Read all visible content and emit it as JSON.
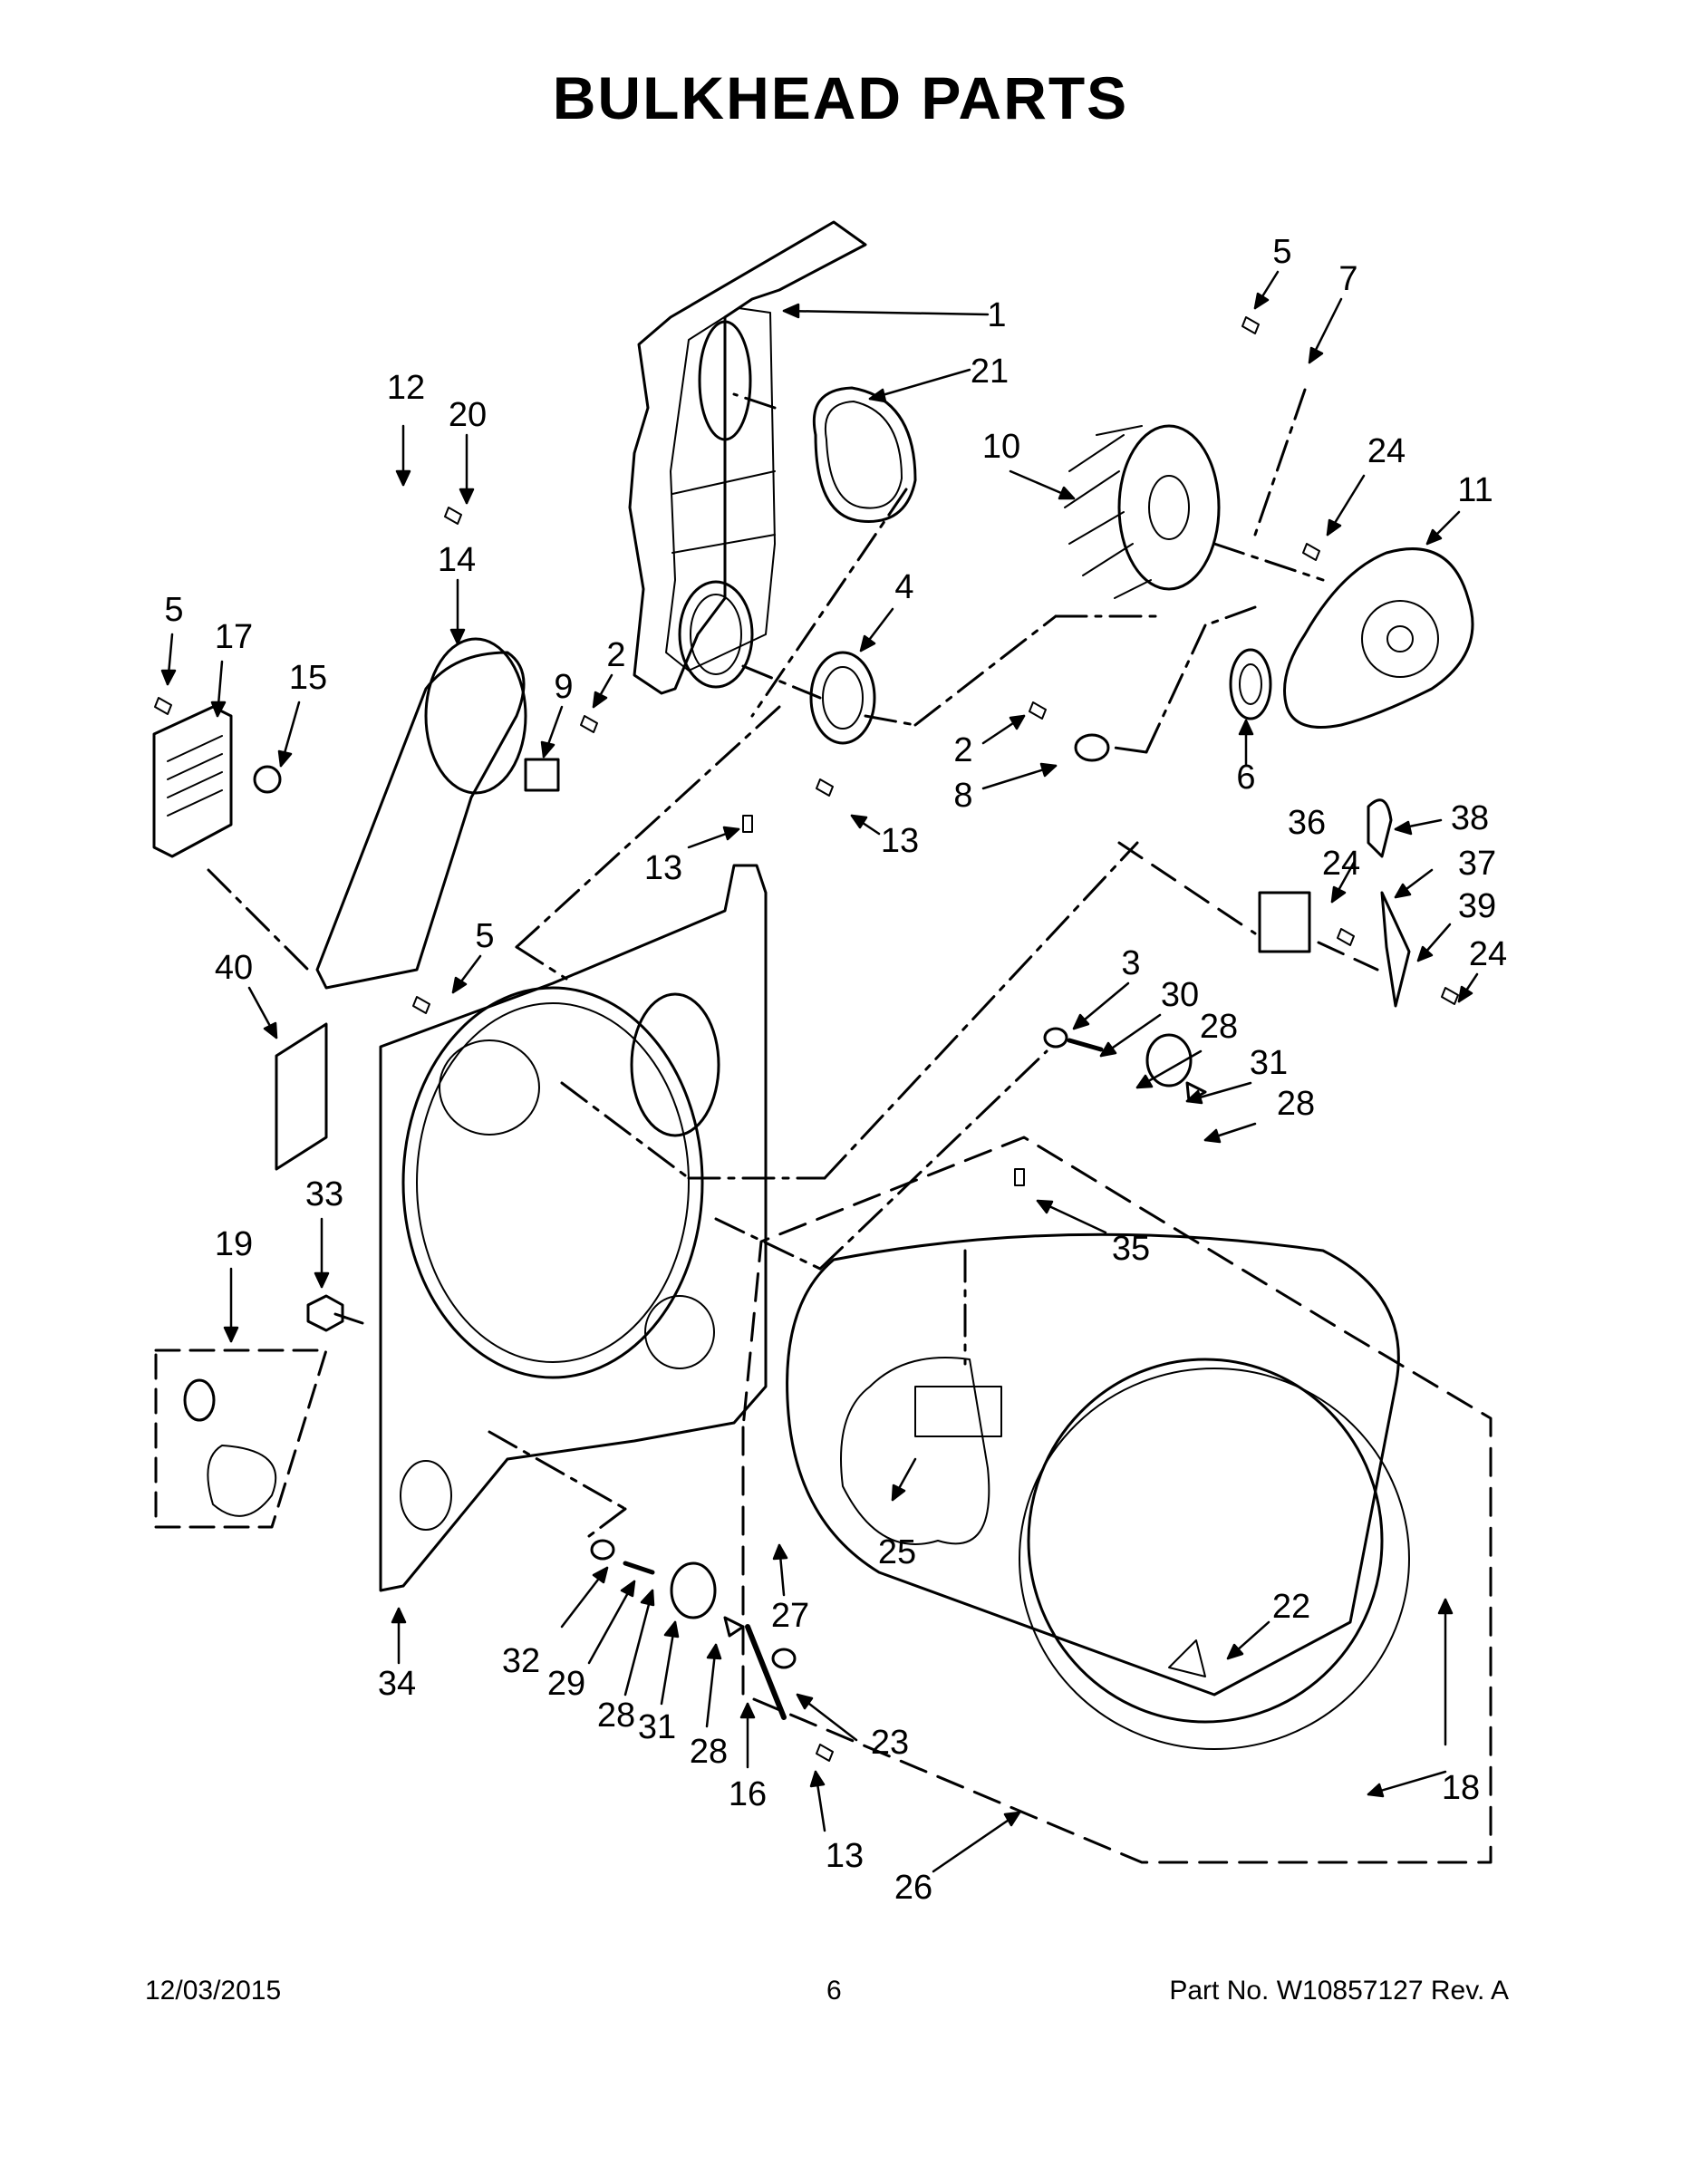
{
  "header": {
    "title": "BULKHEAD PARTS"
  },
  "callouts": [
    "1",
    "2",
    "3",
    "4",
    "5",
    "6",
    "7",
    "8",
    "9",
    "10",
    "11",
    "12",
    "13",
    "14",
    "15",
    "16",
    "17",
    "18",
    "19",
    "20",
    "21",
    "22",
    "23",
    "24",
    "25",
    "26",
    "27",
    "28",
    "29",
    "30",
    "31",
    "32",
    "33",
    "34",
    "35",
    "36",
    "37",
    "38",
    "39",
    "40"
  ],
  "footer": {
    "date": "12/03/2015",
    "page": "6",
    "part_number": "Part No.  W10857127  Rev.  A"
  }
}
